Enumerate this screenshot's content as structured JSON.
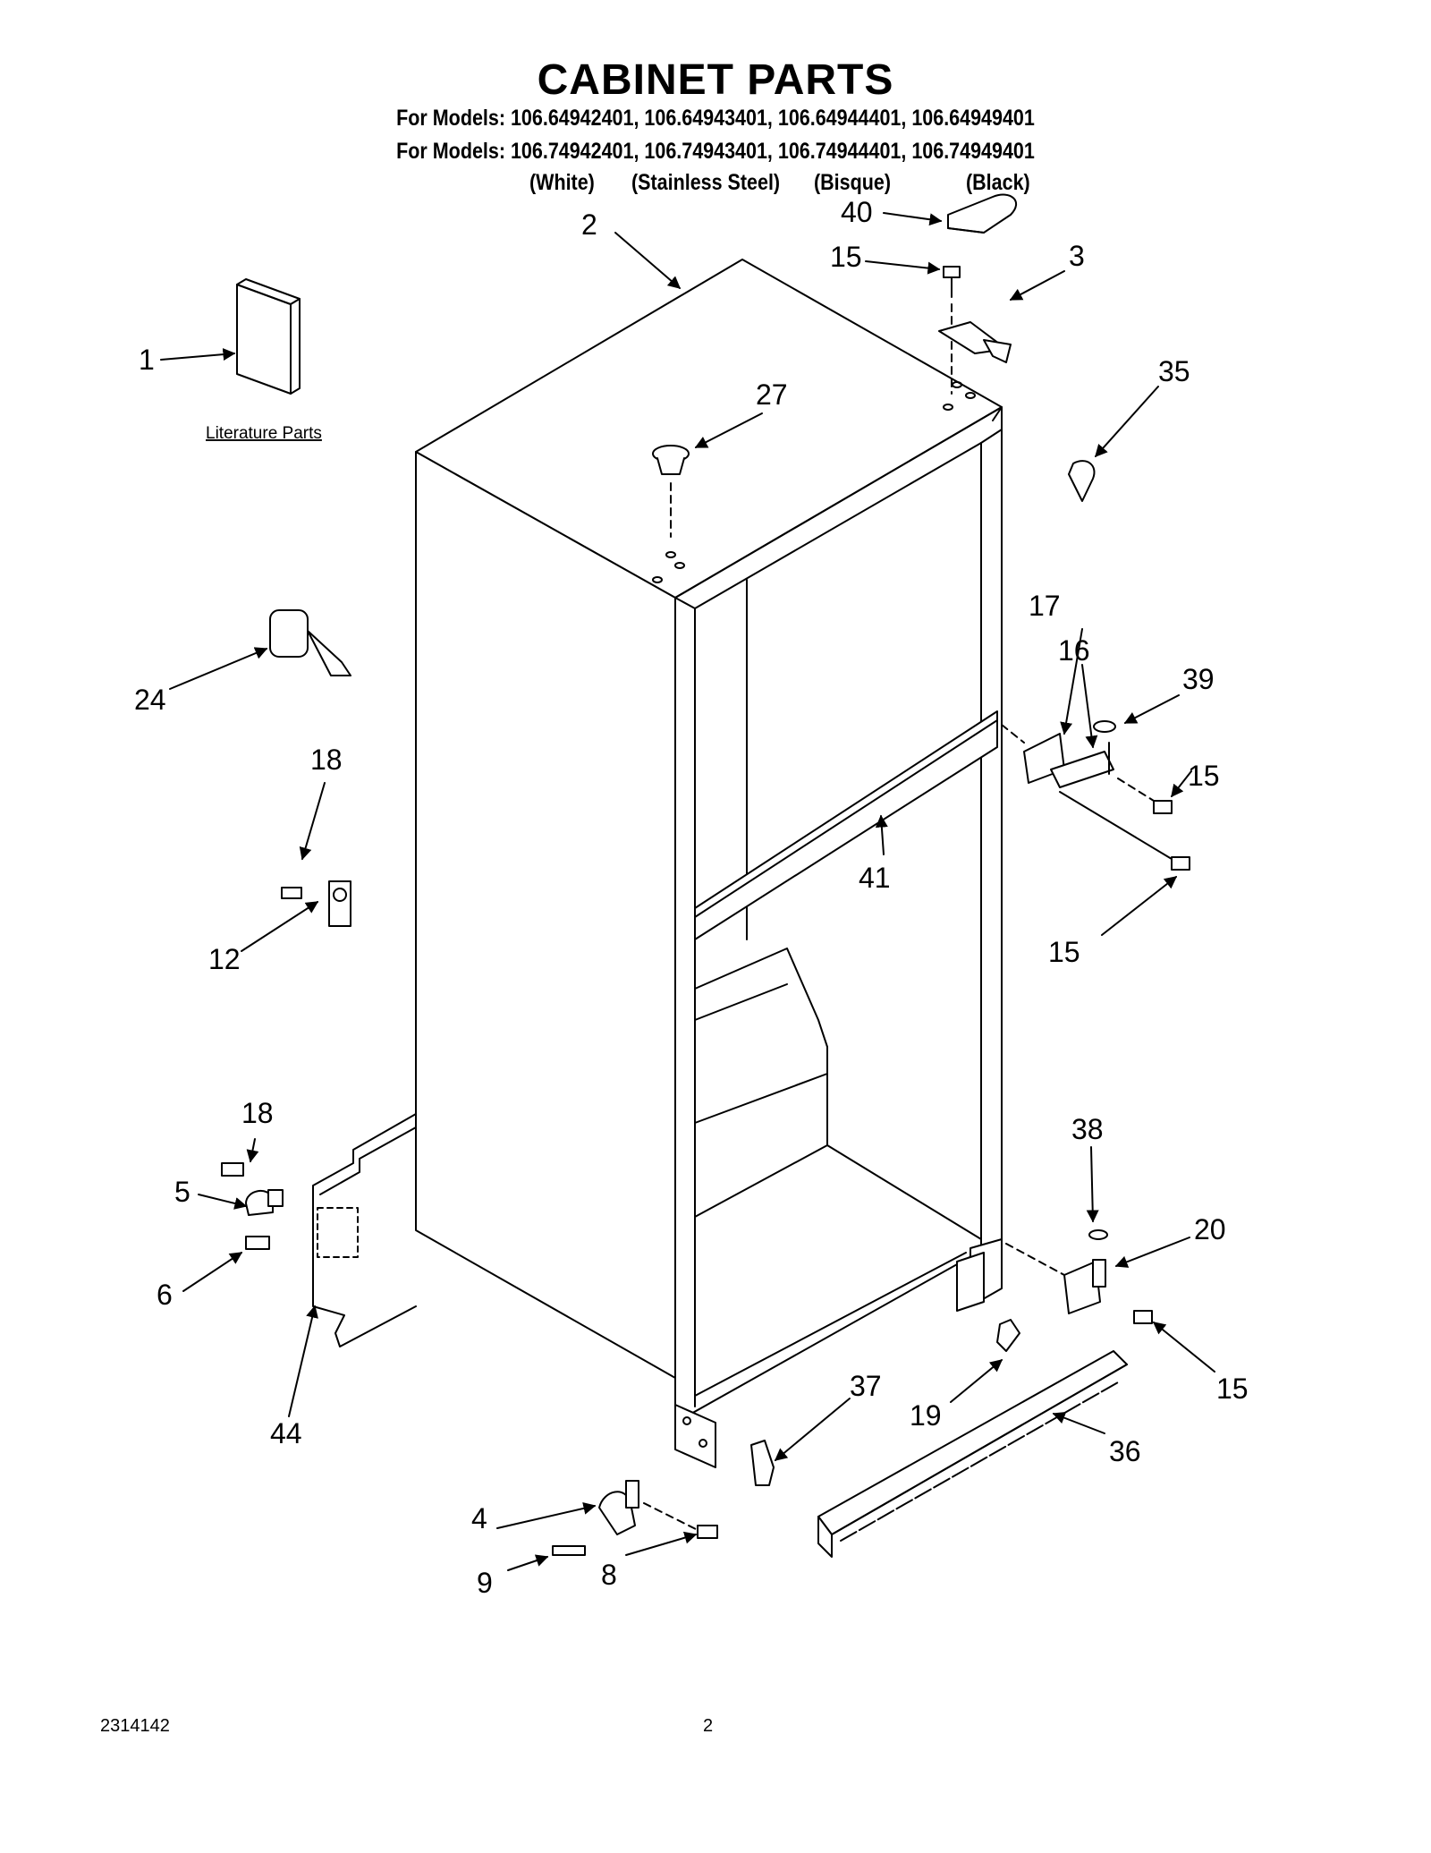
{
  "header": {
    "title": "CABINET PARTS",
    "models_line_1": "For Models: 106.64942401, 106.64943401, 106.64944401, 106.64949401",
    "models_line_2": "For Models: 106.74942401, 106.74943401, 106.74944401, 106.74949401",
    "colors": [
      "(White)",
      "(Stainless Steel)",
      "(Bisque)",
      "(Black)"
    ]
  },
  "literature_label": "Literature Parts",
  "callouts": {
    "c1": "1",
    "c2": "2",
    "c3": "3",
    "c4": "4",
    "c5": "5",
    "c6": "6",
    "c8": "8",
    "c9": "9",
    "c12": "12",
    "c15a": "15",
    "c15b": "15",
    "c15c": "15",
    "c15d": "15",
    "c16": "16",
    "c17": "17",
    "c18a": "18",
    "c18b": "18",
    "c19": "19",
    "c20": "20",
    "c24": "24",
    "c27": "27",
    "c35": "35",
    "c36": "36",
    "c37": "37",
    "c38": "38",
    "c39": "39",
    "c40": "40",
    "c41": "41",
    "c44": "44"
  },
  "footer": {
    "doc_number": "2314142",
    "page_number": "2"
  }
}
